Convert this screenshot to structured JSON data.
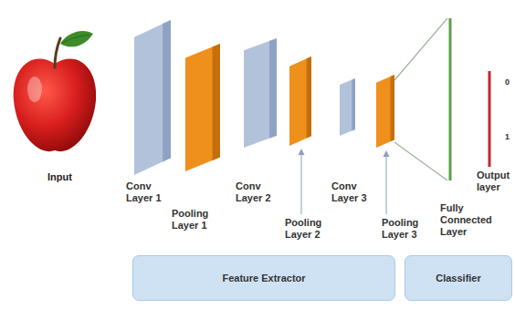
{
  "diagram": {
    "nodes": [
      {
        "text": [
          "Conv Layer 1"
        ]
      },
      {
        "text": [
          "Pooling Layer 1"
        ]
      },
      {
        "text": [
          "Conv Layer 2"
        ]
      },
      {
        "text": [
          "Pooling Layer 2"
        ]
      },
      {
        "text": [
          "Conv Layer 3"
        ]
      },
      {
        "text": [
          "Pooling Layer 3"
        ]
      },
      {
        "text": [
          "Fully Connected Layer"
        ]
      },
      {
        "text": [
          "Output layer"
        ]
      },
      {
        "text": [
          "Feature Extractor"
        ]
      },
      {
        "text": [
          "Classifier"
        ]
      }
    ],
    "edges": [
      {
        "from": 5,
        "to": 6,
        "arrow": "none"
      }
    ],
    "labels": [
      "Input",
      "0",
      "1"
    ]
  }
}
